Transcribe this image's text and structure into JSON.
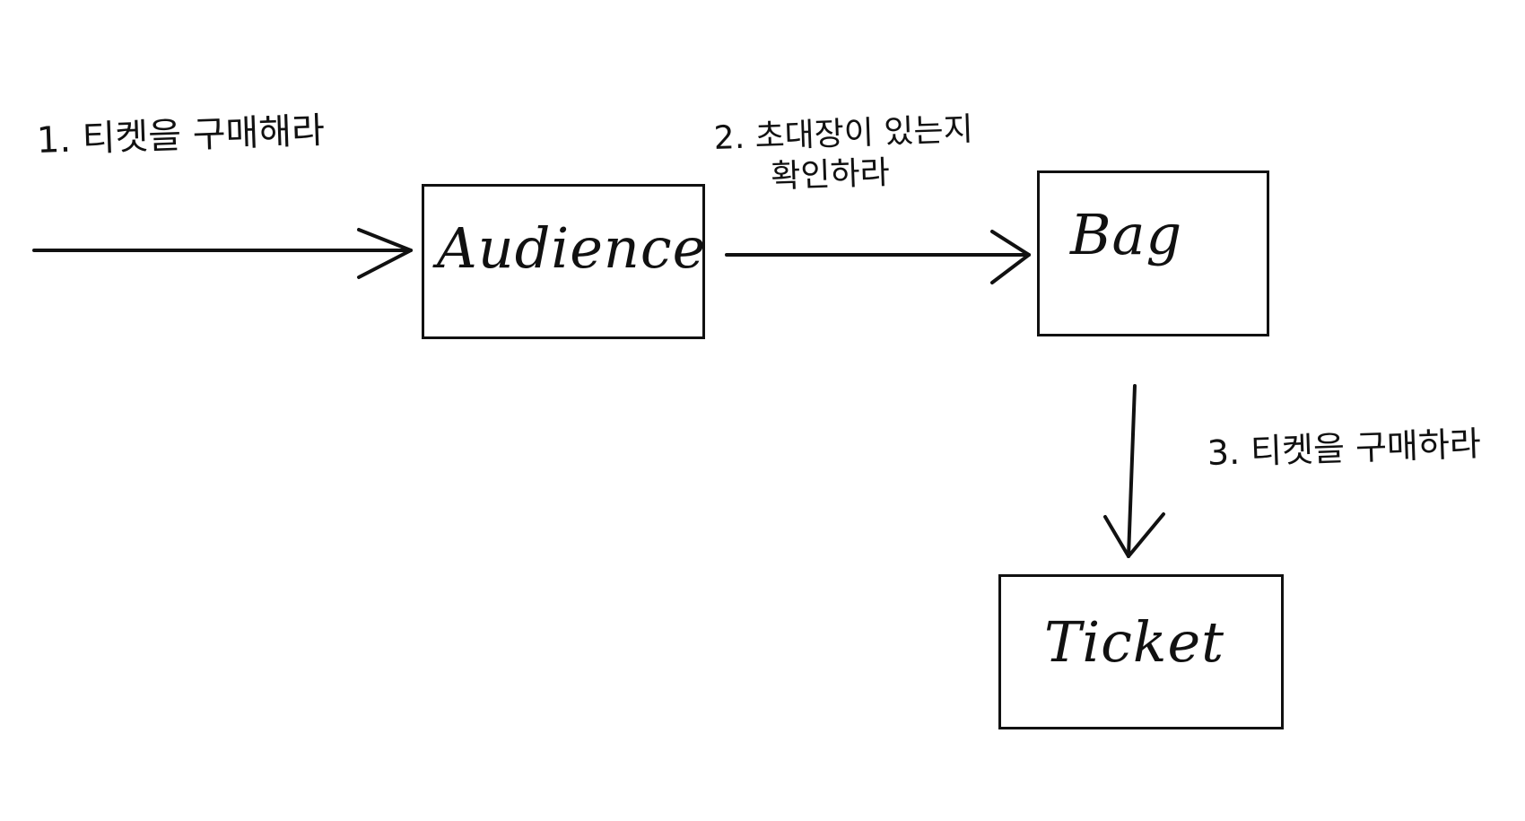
{
  "diagram": {
    "nodes": [
      {
        "id": "audience",
        "label": "Audience"
      },
      {
        "id": "bag",
        "label": "Bag"
      },
      {
        "id": "ticket",
        "label": "Ticket"
      }
    ],
    "edges": [
      {
        "from": "",
        "to": "audience",
        "label": "1. 티켓을 구매해라"
      },
      {
        "from": "audience",
        "to": "bag",
        "label_line_1": "2. 초대장이 있는지",
        "label_line_2": "확인하라"
      },
      {
        "from": "bag",
        "to": "ticket",
        "label": "3. 티켓을 구매하라"
      }
    ],
    "colors": {
      "stroke": "#111111",
      "background": "#ffffff"
    }
  }
}
